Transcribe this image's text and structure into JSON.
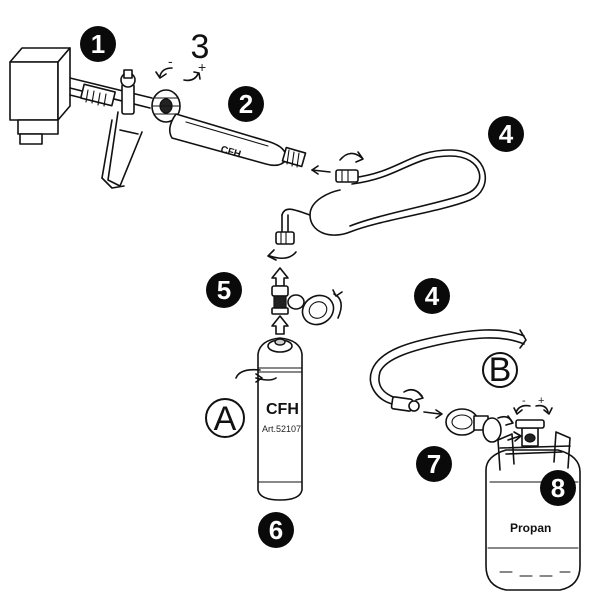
{
  "callouts": [
    {
      "id": "1",
      "label": "1"
    },
    {
      "id": "2",
      "label": "2"
    },
    {
      "id": "3",
      "label": "3"
    },
    {
      "id": "4a",
      "label": "4"
    },
    {
      "id": "4b",
      "label": "4"
    },
    {
      "id": "5",
      "label": "5"
    },
    {
      "id": "6",
      "label": "6"
    },
    {
      "id": "7",
      "label": "7"
    },
    {
      "id": "8",
      "label": "8"
    }
  ],
  "variants": {
    "a": "A",
    "b": "B"
  },
  "cartridge": {
    "brand": "CFH",
    "article": "Art.52107"
  },
  "torch": {
    "brand": "CFH"
  },
  "bottle": {
    "label": "Propan"
  },
  "adjust_signs": {
    "minus": "-",
    "plus": "+"
  }
}
